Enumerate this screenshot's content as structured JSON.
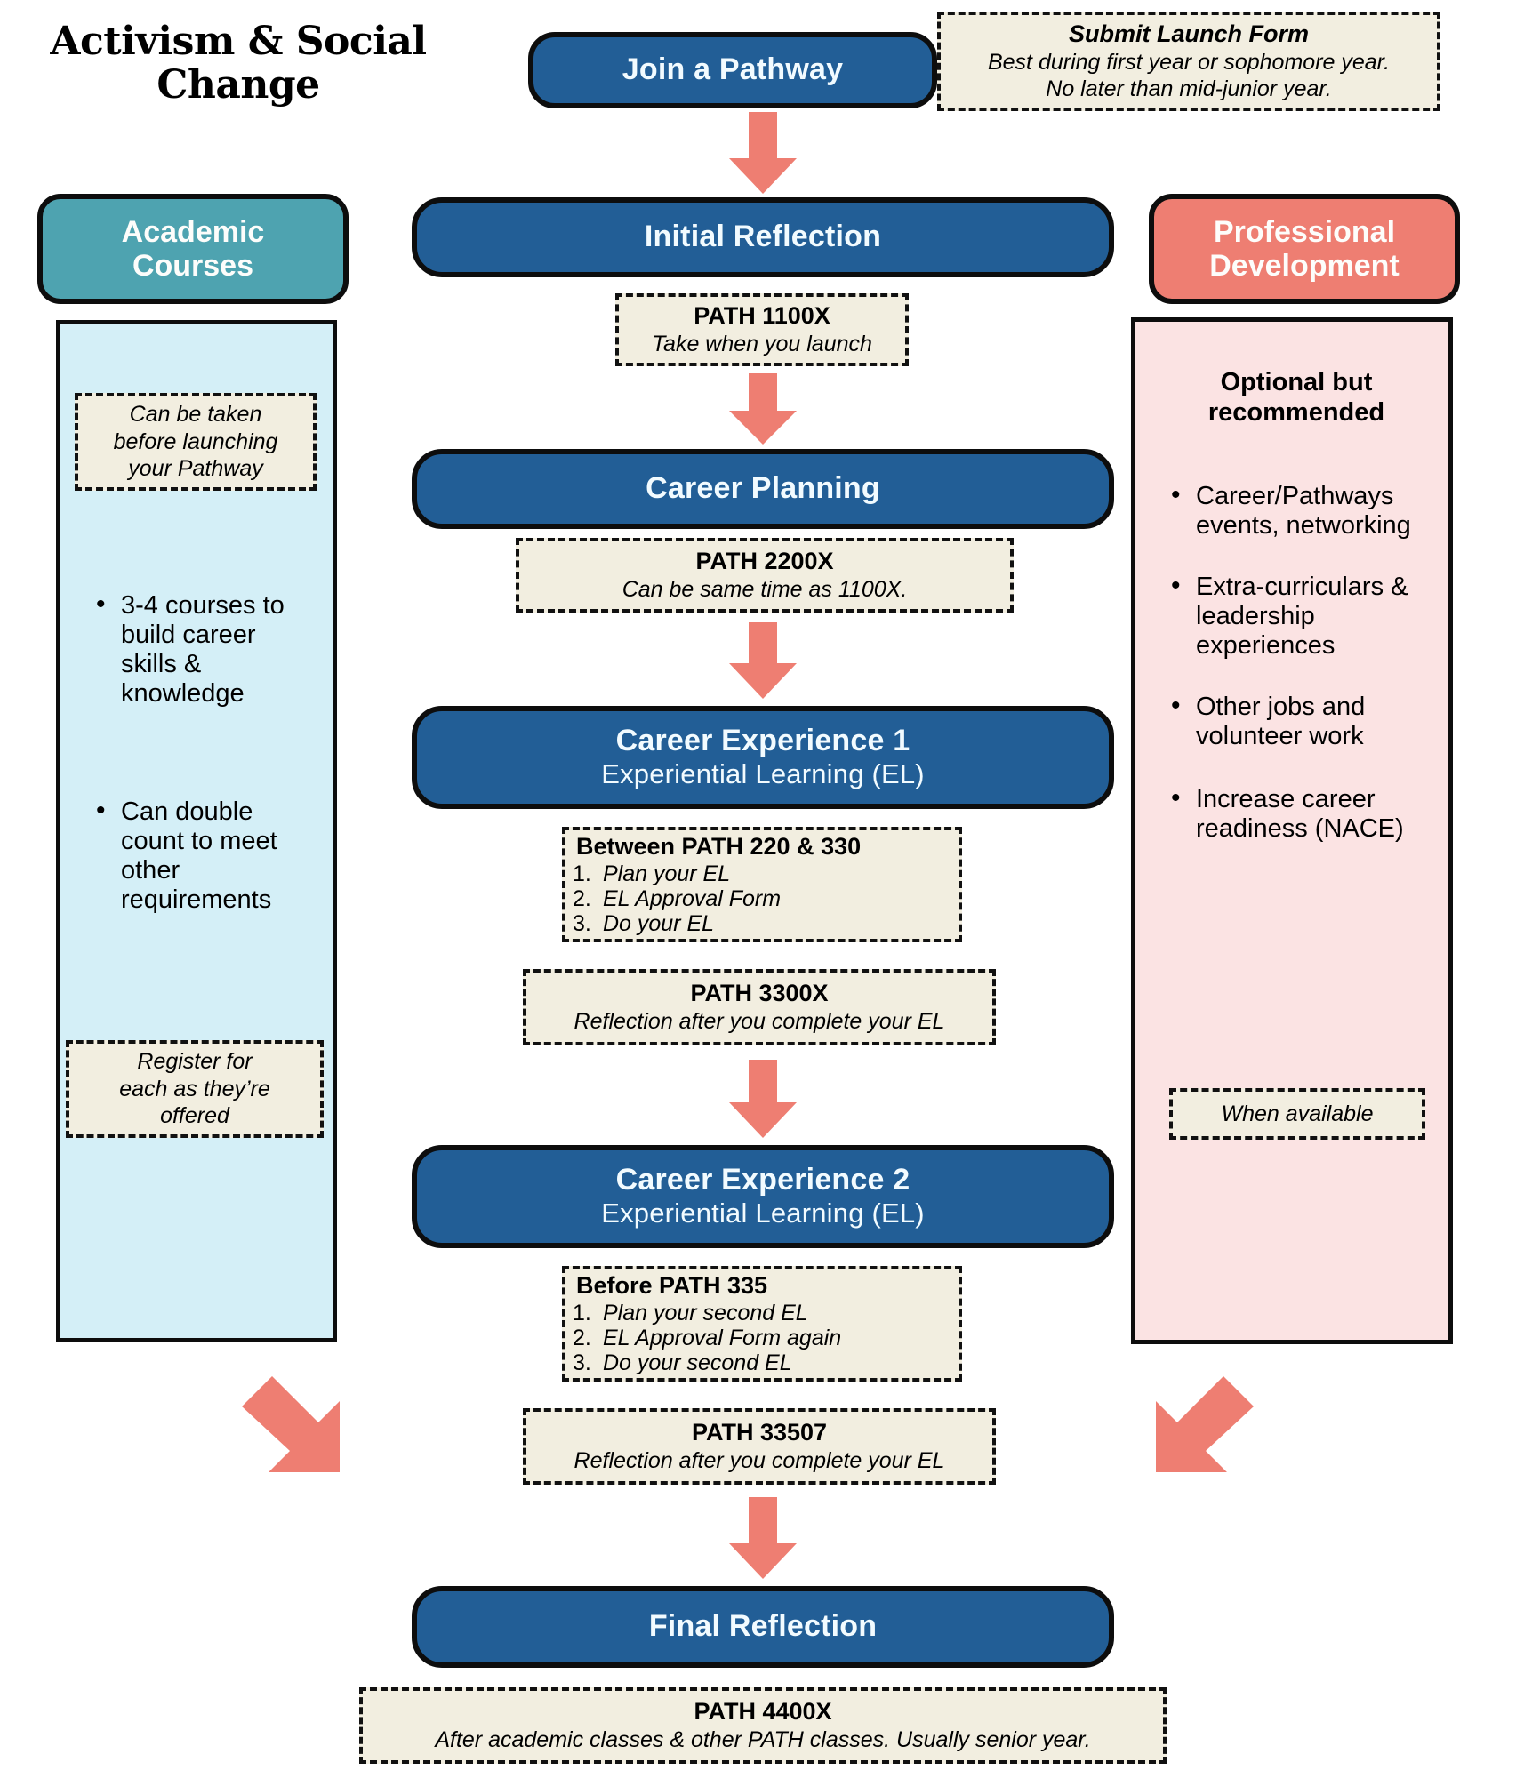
{
  "title": "Activism & Social\nChange",
  "title_line1": "Activism & Social",
  "title_line2": "Change",
  "colors": {
    "flow_box": "#225E96",
    "academic_header": "#4EA3B0",
    "academic_body": "#D4EFF7",
    "professional_header": "#EE7E72",
    "professional_body": "#FBE3E3",
    "callout_fill": "#F2EEE0",
    "arrow": "#EE7E72",
    "outline": "#0D0D0D"
  },
  "flow": {
    "steps": [
      {
        "name": "join-a-pathway",
        "line1": "Join a Pathway",
        "line2": ""
      },
      {
        "name": "initial-reflection",
        "line1": "Initial Reflection",
        "line2": ""
      },
      {
        "name": "career-planning",
        "line1": "Career Planning",
        "line2": ""
      },
      {
        "name": "career-experience-1",
        "line1": "Career Experience 1",
        "line2": "Experiential Learning (EL)"
      },
      {
        "name": "career-experience-2",
        "line1": "Career Experience 2",
        "line2": "Experiential Learning (EL)"
      },
      {
        "name": "final-reflection",
        "line1": "Final Reflection",
        "line2": ""
      }
    ]
  },
  "callouts": {
    "launch_form": {
      "title": "Submit Launch Form",
      "sub1": "Best during first year or sophomore year.",
      "sub2": "No later than mid-junior year."
    },
    "path_1100x": {
      "title": "PATH 1100X",
      "sub": "Take when you launch"
    },
    "path_2200x": {
      "title": "PATH 2200X",
      "sub": "Can be same time as 1100X."
    },
    "between_220_330": {
      "title": "Between PATH 220 & 330",
      "items": [
        "Plan your EL",
        "EL Approval Form",
        "Do your EL"
      ]
    },
    "path_3300x": {
      "title": "PATH 3300X",
      "sub": "Reflection after you complete your EL"
    },
    "before_335": {
      "title": "Before PATH 335",
      "items": [
        "Plan your second EL",
        "EL Approval Form again",
        "Do your second EL"
      ]
    },
    "path_33507": {
      "title": "PATH 33507",
      "sub": "Reflection after you complete your EL"
    },
    "path_4400x": {
      "title": "PATH 4400X",
      "sub": "After academic classes & other PATH classes. Usually senior year."
    }
  },
  "academic_column": {
    "header_line1": "Academic",
    "header_line2": "Courses",
    "note_top": "Can be taken\nbefore launching\nyour Pathway",
    "note_top_l1": "Can be taken",
    "note_top_l2": "before launching",
    "note_top_l3": "your Pathway",
    "bullets": [
      "3-4 courses to build career skills & knowledge",
      "Can double count to meet other requirements"
    ],
    "note_bottom_l1": "Register for",
    "note_bottom_l2": "each as they’re",
    "note_bottom_l3": "offered"
  },
  "professional_column": {
    "header_line1": "Professional",
    "header_line2": "Development",
    "subtitle_l1": "Optional but",
    "subtitle_l2": "recommended",
    "bullets": [
      "Career/Pathways events, networking",
      "Extra-curriculars & leadership experiences",
      "Other jobs and volunteer work",
      "Increase career readiness (NACE)"
    ],
    "note_bottom": "When available"
  },
  "arrows": {
    "down_icon": "arrow-down-icon",
    "diag_left_icon": "arrow-diagonal-down-right-icon",
    "diag_right_icon": "arrow-diagonal-down-left-icon"
  }
}
